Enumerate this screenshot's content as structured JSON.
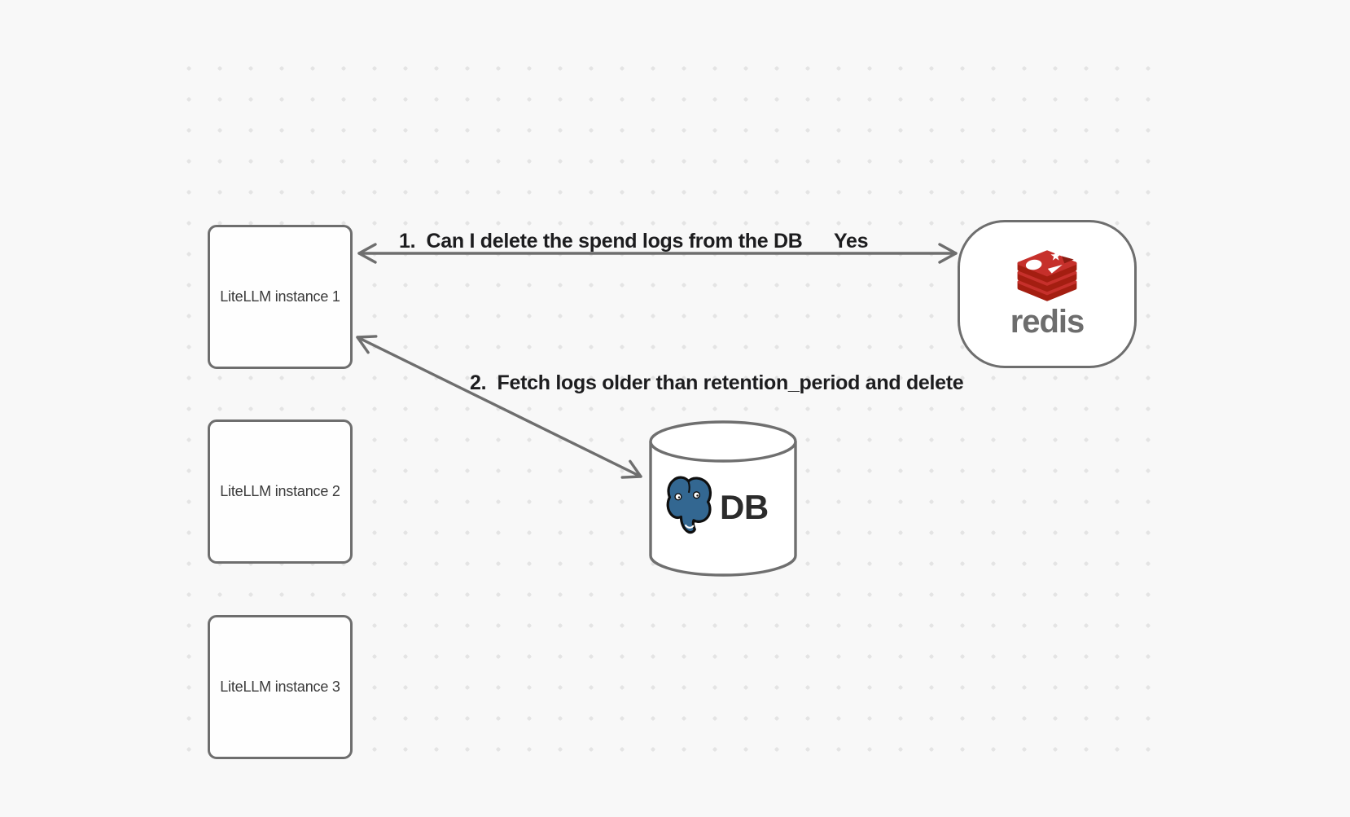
{
  "diagram": {
    "nodes": {
      "instance1": {
        "label": "LiteLLM instance 1"
      },
      "instance2": {
        "label": "LiteLLM instance 2"
      },
      "instance3": {
        "label": "LiteLLM instance 3"
      },
      "redis": {
        "wordmark": "redis"
      },
      "db": {
        "label": "DB"
      }
    },
    "edges": {
      "edge1": {
        "label": "1.  Can I delete the spend logs from the DB",
        "reply": "Yes"
      },
      "edge2": {
        "label": "2.  Fetch logs older than retention_period and delete"
      }
    },
    "colors": {
      "background": "#f8f8f8",
      "grid_dot": "#e4e4e4",
      "shape_stroke": "#6e6e6e",
      "node_fill": "#ffffff",
      "edge_label_text": "#1d1d1f",
      "node_label_text": "#3a3a3a",
      "redis_red": "#c6302b",
      "redis_dark_red": "#a41e11",
      "redis_wordmark_gray": "#6d6d6d",
      "postgres_blue": "#336791",
      "db_text": "#2b2b2b"
    }
  }
}
